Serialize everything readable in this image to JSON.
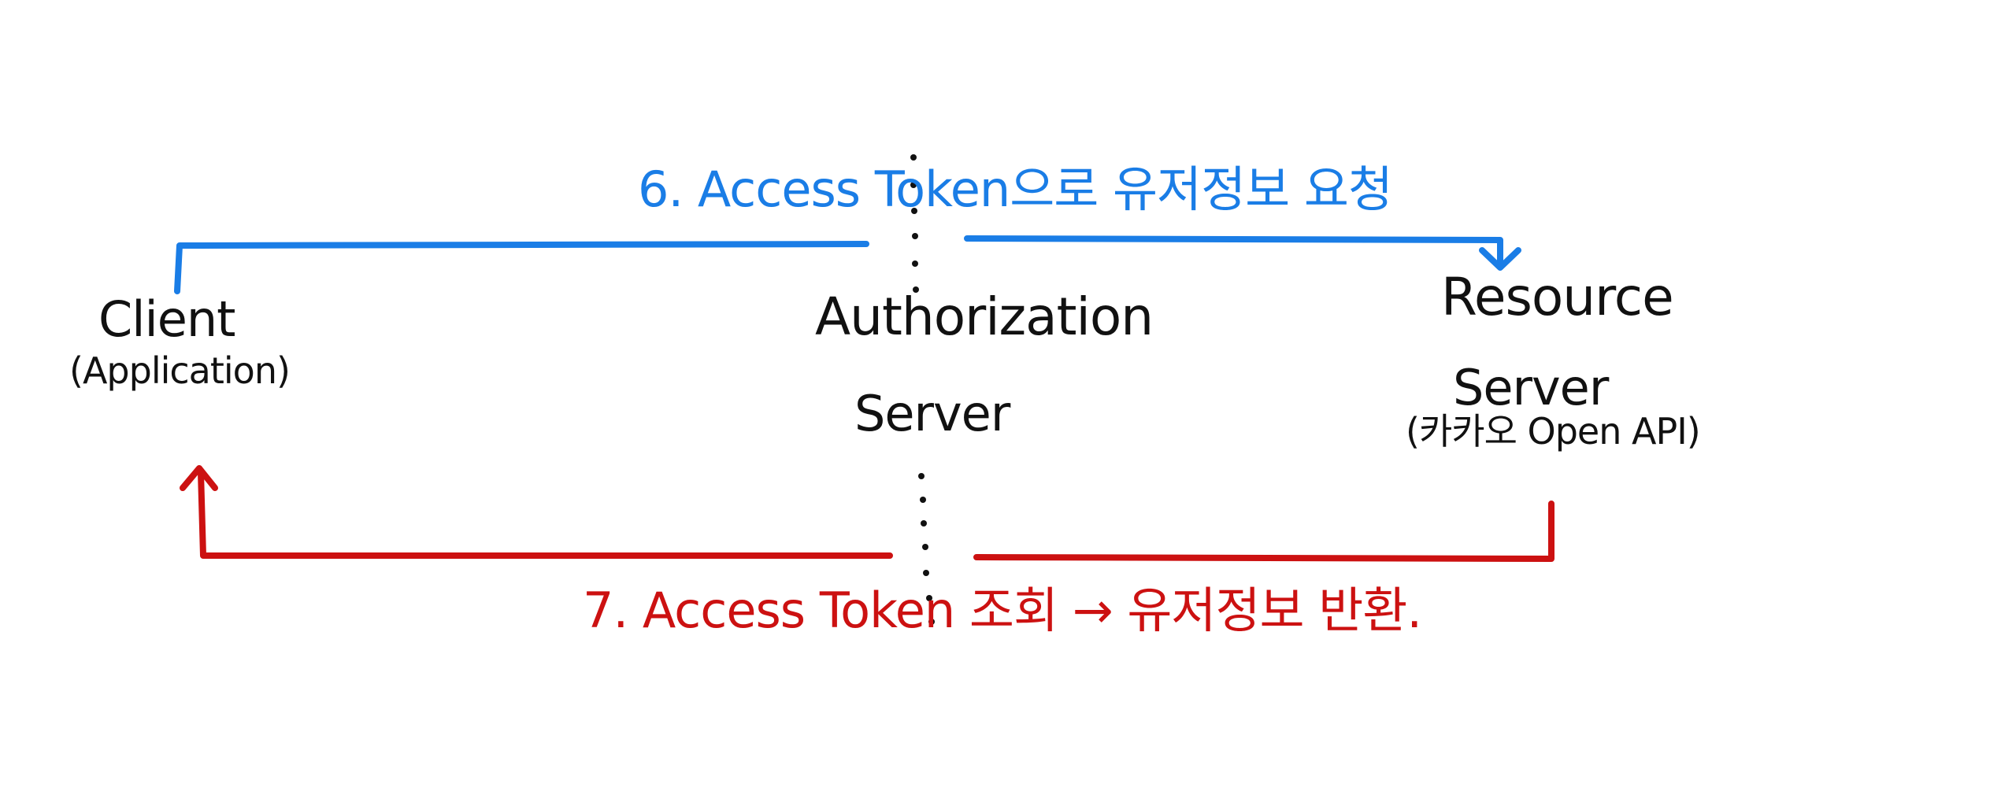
{
  "colors": {
    "step6": "#1a7de6",
    "step7": "#cc1111",
    "ink": "#111111"
  },
  "nodes": {
    "client": {
      "title": "Client",
      "subtitle": "(Application)"
    },
    "authorization_server": {
      "title": "Authorization",
      "subtitle": "Server"
    },
    "resource_server": {
      "title": "Resource",
      "subtitle": "Server",
      "detail": "(카카오 Open API)"
    }
  },
  "steps": {
    "step6": {
      "label": "6. Access Token으로 유저정보 요청"
    },
    "step7": {
      "label": "7. Access Token 조회 → 유저정보 반환."
    }
  }
}
